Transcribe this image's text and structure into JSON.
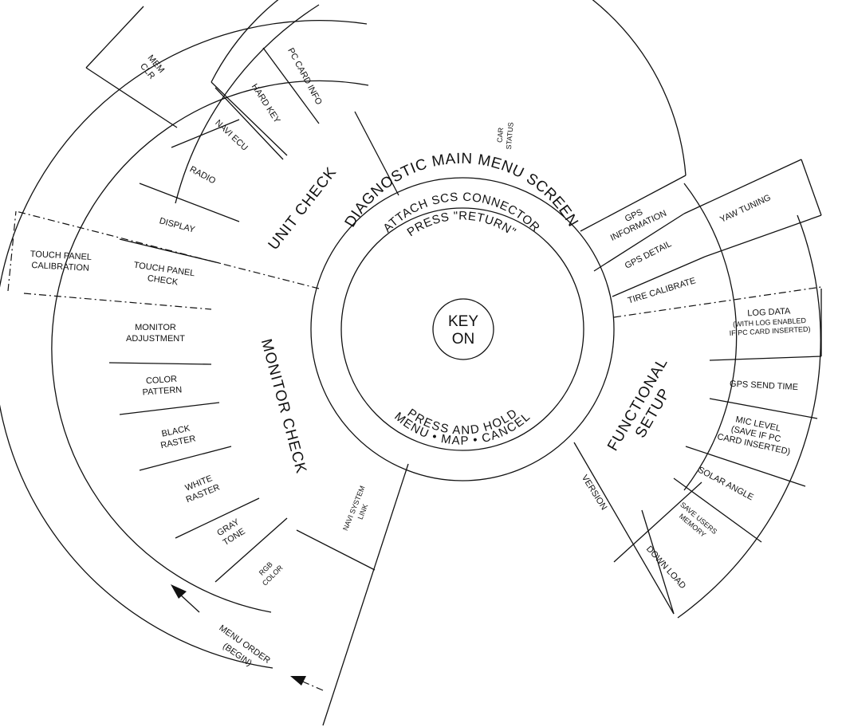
{
  "center": {
    "line1": "KEY",
    "line2": "ON"
  },
  "main_menu": {
    "title": "DIAGNOSTIC MAIN MENU SCREEN",
    "top": {
      "line1": "ATTACH SCS CONNECTOR",
      "line2": "PRESS \"RETURN\""
    },
    "bottom": {
      "line1": "PRESS AND HOLD",
      "line2": "MENU • MAP • CANCEL"
    }
  },
  "sectors": {
    "unit_check": "UNIT CHECK",
    "monitor_check": "MONITOR CHECK",
    "functional_setup": {
      "line1": "FUNCTIONAL",
      "line2": "SETUP"
    },
    "car_status": {
      "line1": "CAR",
      "line2": "STATUS"
    }
  },
  "items": {
    "mem_clr": {
      "line1": "MEM",
      "line2": "CLR"
    },
    "pc_card_info": "PC CARD INFO",
    "hard_key": "HARD KEY",
    "navi_ecu": "NAVI ECU",
    "radio": "RADIO",
    "display": "DISPLAY",
    "touch_panel_check": {
      "line1": "TOUCH PANEL",
      "line2": "CHECK"
    },
    "touch_panel_calibration": {
      "line1": "TOUCH PANEL",
      "line2": "CALIBRATION"
    },
    "monitor_adjustment": {
      "line1": "MONITOR",
      "line2": "ADJUSTMENT"
    },
    "color_pattern": {
      "line1": "COLOR",
      "line2": "PATTERN"
    },
    "black_raster": {
      "line1": "BLACK",
      "line2": "RASTER"
    },
    "white_raster": {
      "line1": "WHITE",
      "line2": "RASTER"
    },
    "gray_tone": {
      "line1": "GRAY",
      "line2": "TONE"
    },
    "rgb_color": {
      "line1": "RGB",
      "line2": "COLOR"
    },
    "navi_system_link": {
      "line1": "NAVI SYSTEM",
      "line2": "LINK"
    },
    "gps_information": {
      "line1": "GPS",
      "line2": "INFORMATION"
    },
    "gps_detail": "GPS DETAIL",
    "yaw_tuning": "YAW TUNING",
    "tire_calibrate": "TIRE CALIBRATE",
    "log_data": {
      "line1": "LOG DATA",
      "line2": "(WITH LOG ENABLED",
      "line3": "IF PC CARD INSERTED)"
    },
    "gps_send_time": "GPS SEND TIME",
    "mic_level": {
      "line1": "MIC LEVEL",
      "line2": "(SAVE IF PC",
      "line3": "CARD INSERTED)"
    },
    "solar_angle": "SOLAR ANGLE",
    "save_users_memory": {
      "line1": "SAVE USERS",
      "line2": "MEMORY"
    },
    "version": "VERSION",
    "down_load": "DOWN LOAD"
  },
  "menu_order": {
    "line1": "MENU ORDER",
    "line2": "(BEGIN)"
  }
}
